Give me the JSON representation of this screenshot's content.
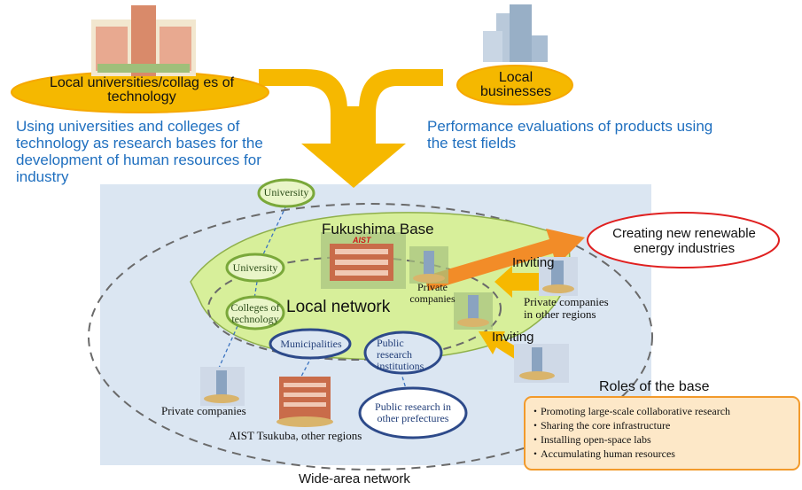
{
  "top": {
    "local_universities": "Local universities/collag es of technology",
    "local_universities_desc": "Using universities and colleges of technology as research bases for the development of human resources for industry",
    "local_businesses": "Local businesses",
    "local_businesses_desc": "Performance evaluations of products using the test fields"
  },
  "network": {
    "fukushima_base": "Fukushima Base",
    "aist_logo": "AIST",
    "local_network": "Local network",
    "wide_area_network": "Wide-area network",
    "university_top": "University",
    "university_inner": "University",
    "colleges": "Colleges of technology",
    "municipalities": "Municipalities",
    "public_institutions": "Public research institutions",
    "public_prefectures": "Public research in other prefectures",
    "private_companies_inner": "Private companies",
    "private_companies_other": "Private companies in other regions",
    "private_companies_bottom": "Private companies",
    "aist_tsukuba": "AIST Tsukuba, other regions",
    "inviting_1": "Inviting",
    "inviting_2": "Inviting",
    "creating": "Creating new renewable energy industries"
  },
  "roles": {
    "title": "Roles of the base",
    "items": [
      "・Promoting large-scale collaborative research",
      "・Sharing the core infrastructure",
      "・Installing open-space labs",
      "・Accumulating human resources"
    ]
  },
  "colors": {
    "orange_oval": "#f5b800",
    "background_panel": "#dbe6f2",
    "leaf_green": "#d7ef9a",
    "arrow_orange": "#f28c28",
    "text_blue": "#1f6fbf"
  }
}
